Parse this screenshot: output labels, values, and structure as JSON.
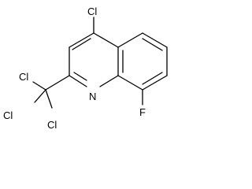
{
  "molecule": {
    "atoms": {
      "cl_top": "Cl",
      "nitrogen": "N",
      "fluorine": "F",
      "cl_upper": "Cl",
      "cl_left": "Cl",
      "cl_right": "Cl"
    }
  }
}
